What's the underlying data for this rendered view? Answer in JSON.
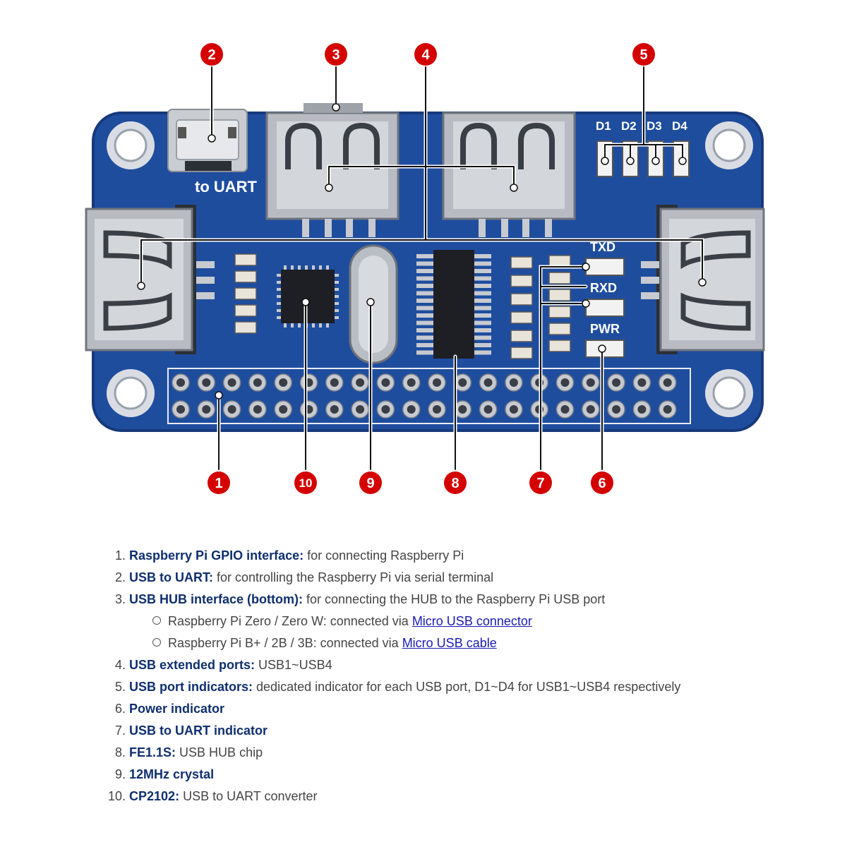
{
  "board": {
    "label_to_uart": "to UART",
    "led_labels": [
      "D1",
      "D2",
      "D3",
      "D4"
    ],
    "label_txd": "TXD",
    "label_rxd": "RXD",
    "label_pwr": "PWR"
  },
  "callouts": [
    "1",
    "2",
    "3",
    "4",
    "5",
    "6",
    "7",
    "8",
    "9",
    "10"
  ],
  "legend": {
    "items": [
      {
        "num": "1.",
        "term": "Raspberry Pi GPIO interface:",
        "desc": " for connecting Raspberry Pi"
      },
      {
        "num": "2.",
        "term": "USB to UART:",
        "desc": " for controlling the Raspberry Pi via serial terminal"
      },
      {
        "num": "3.",
        "term": "USB HUB interface (bottom):",
        "desc": " for connecting the HUB to the Raspberry Pi USB port"
      },
      {
        "num": "4.",
        "term": "USB extended ports:",
        "desc": " USB1~USB4"
      },
      {
        "num": "5.",
        "term": "USB port indicators:",
        "desc": " dedicated indicator for each USB port, D1~D4 for USB1~USB4 respectively"
      },
      {
        "num": "6.",
        "term": "Power indicator",
        "desc": ""
      },
      {
        "num": "7.",
        "term": "USB to UART indicator",
        "desc": ""
      },
      {
        "num": "8.",
        "term": "FE1.1S:",
        "desc": " USB HUB chip"
      },
      {
        "num": "9.",
        "term": "12MHz crystal",
        "desc": ""
      },
      {
        "num": "10.",
        "term": "CP2102:",
        "desc": " USB to UART converter"
      }
    ],
    "sub_items": [
      {
        "text": "Raspberry Pi Zero / Zero W: connected via ",
        "link": "Micro USB connector"
      },
      {
        "text": "Raspberry Pi B+ / 2B / 3B: connected via ",
        "link": "Micro USB cable"
      }
    ]
  },
  "colors": {
    "pcb": "#1f4d9e",
    "pcb_dark": "#17397a",
    "callout": "#d40000",
    "term": "#0f2f6e",
    "link": "#1a1ab0"
  }
}
